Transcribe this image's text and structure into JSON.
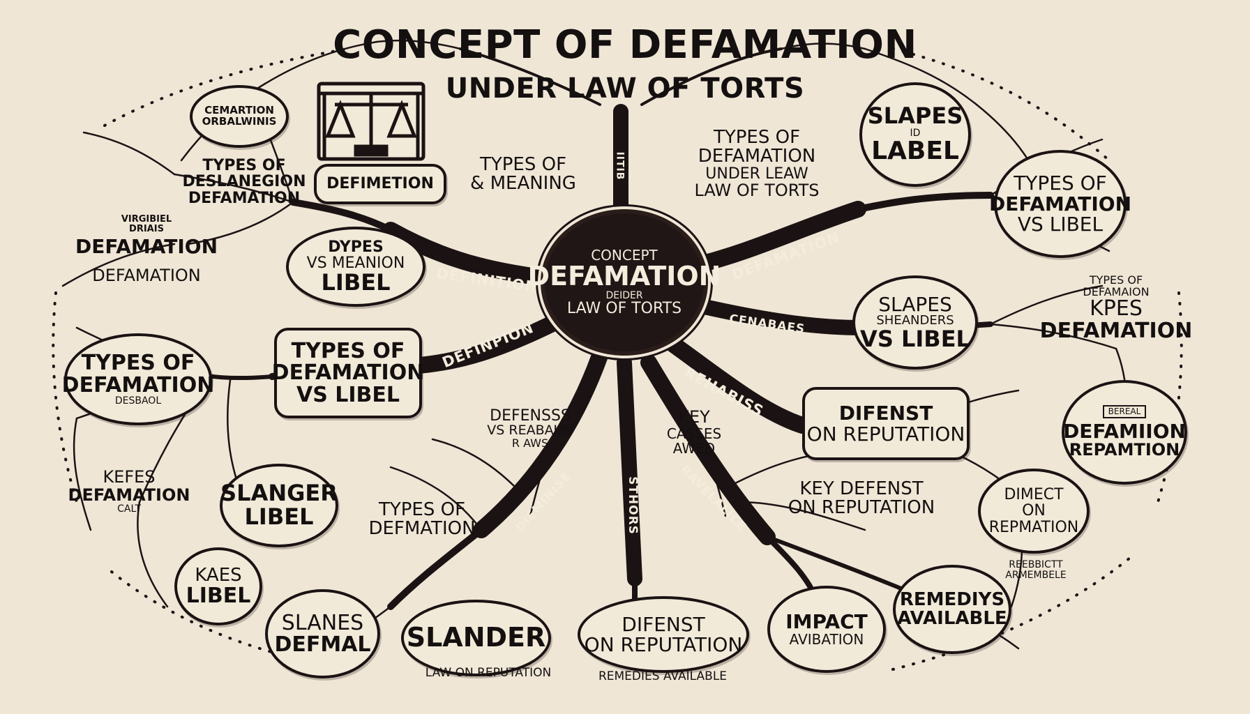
{
  "title": "CONCEPT OF DEFAMATION",
  "subtitle": "UNDER LAW OF TORTS",
  "colors": {
    "background": "#efe6d6",
    "ink": "#1b1313",
    "center_fill": "#201616",
    "center_text": "#f4ecdc"
  },
  "icons": {
    "scales": "scales-of-justice-icon"
  },
  "center": {
    "line1": "CONCEPT",
    "line2": "DEFAMATION",
    "line3": "DEIDER",
    "line4": "LAW OF TORTS"
  },
  "branch_labels": {
    "top": "IITIB",
    "left_upper": "DEFINITION",
    "left_lower": "DEFINPION",
    "right_upper": "DEFAMATION",
    "right_mid": "CENABAES",
    "right_lower": "REHABISS",
    "bottom_left": "DIEMINISE",
    "bottom_mid": "STHORS",
    "bottom_right": "RAVELALICE"
  },
  "nodes": {
    "defimetion": "DEFIMETION",
    "types_meaning": {
      "line1": "TYPES OF",
      "line2": "& MEANING"
    },
    "types_under_law": {
      "line1": "TYPES OF",
      "line2": "DEFAMATION",
      "line3": "UNDER LEAW",
      "line4": "LAW OF TORTS"
    },
    "slapes_label": {
      "line1": "SLAPES",
      "line2": "ID",
      "line3": "LABEL"
    },
    "cemartion": {
      "line1": "CEMARTION",
      "line2": "ORBALWINIS"
    },
    "types_deslanegion": {
      "line1": "TYPES OF",
      "line2": "DESLANEGION",
      "line3": "DEFAMATION"
    },
    "left_defamation": {
      "line1": "VIRGIBIEL",
      "line2": "DRIAIS",
      "line3": "DEFAMATION",
      "line4": "DEFAMATION"
    },
    "dypes": {
      "line1": "DYPES",
      "line2": "VS MEANION",
      "line3": "LIBEL"
    },
    "types_left_circle": {
      "line1": "TYPES OF",
      "line2": "DEFAMATION",
      "line3": "DESBAOL"
    },
    "types_vs_libel_rect": {
      "line1": "TYPES OF",
      "line2": "DEFAMATION",
      "line3": "VS LIBEL"
    },
    "kefes": {
      "line1": "KEFES",
      "line2": "DEFAMATION",
      "line3": "CALT"
    },
    "slanger_libel": {
      "line1": "SLANGER",
      "line2": "LIBEL"
    },
    "kaes_libel": {
      "line1": "KAES",
      "line2": "LIBEL"
    },
    "slanes_defmal": {
      "line1": "SLANES",
      "line2": "DEFMAL"
    },
    "slander": {
      "line1": "SLANDER",
      "line2": "LAW ON REPUTATION"
    },
    "difenst_bottom": {
      "line1": "DIFENST",
      "line2": "ON REPUTATION",
      "line3": "REMEDIES AVAILABLE"
    },
    "impact": {
      "line1": "IMPACT",
      "line2": "AVIBATION"
    },
    "remedies": {
      "line1": "REMEDIYS",
      "line2": "AVAILABLE"
    },
    "defenses_mid": {
      "line1": "DEFENSSS",
      "line2": "VS REABAUN",
      "line3": "R AWS"
    },
    "key_cases": {
      "line1": "KEY",
      "line2": "CASSES",
      "line3": "AWED"
    },
    "types_bottom": {
      "line1": "TYPES OF",
      "line2": "DEFMATION"
    },
    "key_defenst": {
      "line1": "KEY DEFENST",
      "line2": "ON REPUTATION"
    },
    "difenst_rect": {
      "line1": "DIFENST",
      "line2": "ON REPUTATION"
    },
    "slapes_vs_libel": {
      "line1": "SLAPES",
      "line2": "SHEANDERS",
      "line3": "VS LIBEL"
    },
    "types_vs_libel_right": {
      "line1": "TYPES OF",
      "line2": "DEFAMATION",
      "line3": "VS LIBEL"
    },
    "kpes": {
      "line1": "TYPES OF",
      "line2": "DEFAMAION",
      "line3": "KPES",
      "line4": "DEFAMATION"
    },
    "defamiion": {
      "line1": "DEFAMIION",
      "line2": "REPAMTION",
      "tag": "BEREAL"
    },
    "impect": {
      "line1": "DIMECT",
      "line2": "ON",
      "line3": "REPMATION"
    },
    "reebbict": {
      "line1": "REEBBICTT",
      "line2": "ARMEMBELE"
    }
  }
}
